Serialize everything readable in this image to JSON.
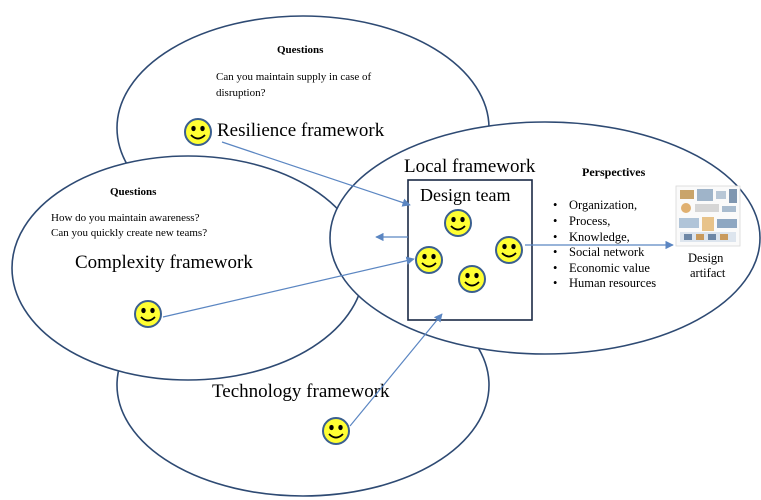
{
  "colors": {
    "ellipse_stroke": "#2e4a73",
    "arrow": "#5b86c2",
    "smiley_fill": "#ffff33",
    "smiley_stroke": "#3a5f8f",
    "team_box": "#1a2a45"
  },
  "resilience": {
    "questions_title": "Questions",
    "question_line1": "Can you maintain supply in case of",
    "question_line2": "disruption?",
    "label": "Resilience framework"
  },
  "complexity": {
    "questions_title": "Questions",
    "question_line1": "How do you maintain awareness?",
    "question_line2": "Can you quickly create new teams?",
    "label": "Complexity framework"
  },
  "technology": {
    "label": "Technology framework"
  },
  "local": {
    "label": "Local framework",
    "design_team_label": "Design team",
    "perspectives_title": "Perspectives",
    "perspectives": [
      "Organization,",
      "Process,",
      "Knowledge,",
      "Social network",
      "Economic value",
      "Human resources"
    ],
    "artifact_line1": "Design",
    "artifact_line2": "artifact",
    "artifact_icon": "design-artifact-icon"
  },
  "icons": {
    "person": "smiley-face-icon"
  }
}
